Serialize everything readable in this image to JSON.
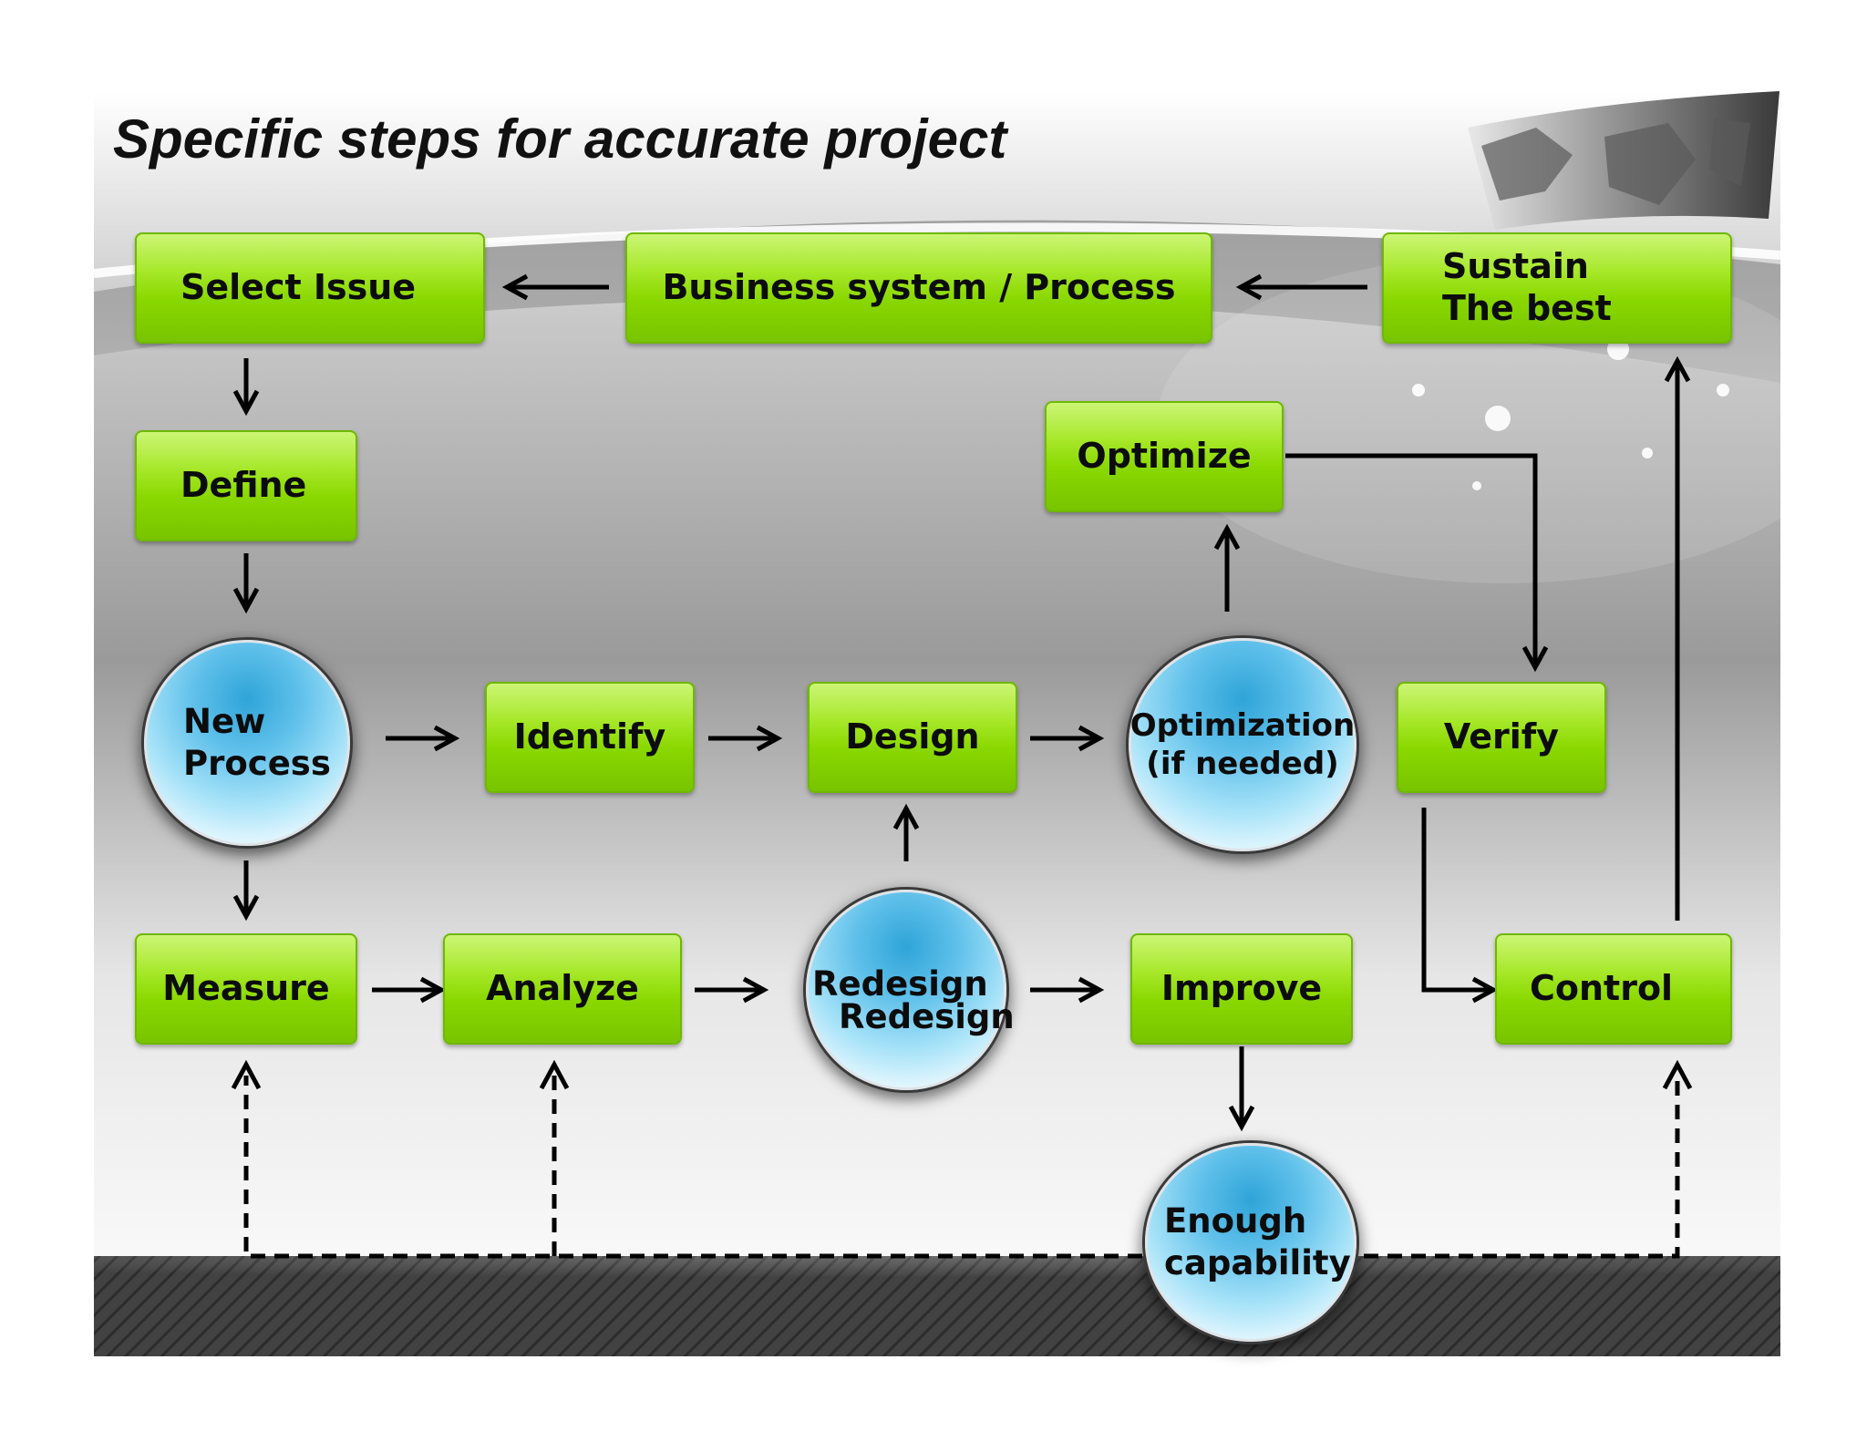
{
  "title": "Specific steps for  accurate project",
  "colors": {
    "box_green": "#8ad800",
    "circle_blue": "#5fc0ea",
    "arrow": "#000000",
    "floor": "#3c3c3c"
  },
  "globe": "world-globe-graphic",
  "nodes": {
    "select_issue": "Select Issue",
    "business_system": "Business system / Process",
    "sustain": "Sustain\nThe best",
    "define": "Define",
    "optimize": "Optimize",
    "new_process": "New\nProcess",
    "identify": "Identify",
    "design": "Design",
    "optimization": "Optimization\n(if needed)",
    "verify": "Verify",
    "measure": "Measure",
    "analyze": "Analyze",
    "redesign": "Redesign",
    "redesign_overlay": "Redesign",
    "improve": "Improve",
    "control": "Control",
    "enough_capability": "Enough\ncapability"
  }
}
